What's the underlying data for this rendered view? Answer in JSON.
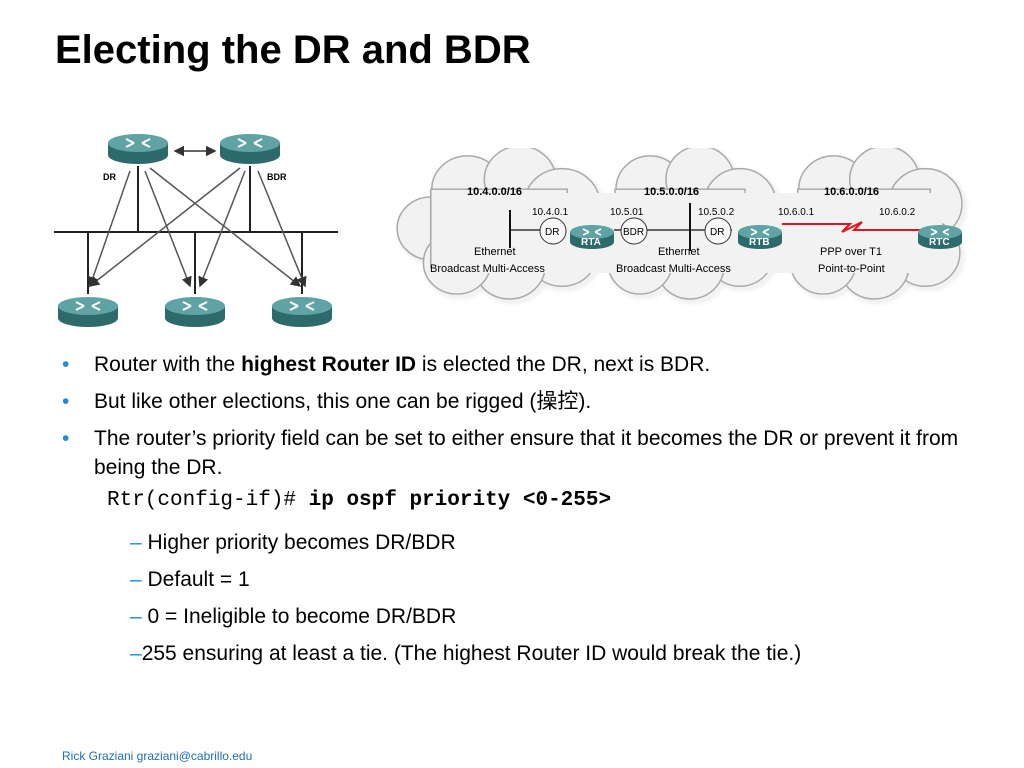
{
  "title": "Electing the DR and BDR",
  "figure1": {
    "label_dr": "DR",
    "label_bdr": "BDR"
  },
  "figure2": {
    "clouds": [
      {
        "network": "10.4.0.0/16",
        "type": "Ethernet",
        "desc": "Broadcast Multi-Access"
      },
      {
        "network": "10.5.0.0/16",
        "type": "Ethernet",
        "desc": "Broadcast Multi-Access"
      },
      {
        "network": "10.6.0.0/16",
        "type": "PPP over T1",
        "desc": "Point-to-Point"
      }
    ],
    "addresses": [
      "10.4.0.1",
      "10.5.01",
      "10.5.0.2",
      "10.6.0.1",
      "10.6.0.2"
    ],
    "roles": [
      "DR",
      "BDR",
      "DR"
    ],
    "routers": [
      "RTA",
      "RTB",
      "RTC"
    ]
  },
  "bullets": [
    {
      "pre": "Router with the ",
      "bold": "highest Router ID",
      "post": " is elected the DR, next is BDR."
    },
    {
      "pre": "But like other elections, this one can be rigged (操控).",
      "bold": "",
      "post": ""
    },
    {
      "pre": "The router’s priority field can be set to either ensure that it becomes the DR or prevent it from being the DR.",
      "bold": "",
      "post": ""
    }
  ],
  "command": {
    "prompt": "Rtr(config-if)# ",
    "text": "ip ospf priority <0-255>"
  },
  "subbullets": [
    {
      "dash": "– ",
      "text": "Higher priority becomes DR/BDR"
    },
    {
      "dash": "– ",
      "text": "Default = 1"
    },
    {
      "dash": "– ",
      "text": "0 = Ineligible to become DR/BDR"
    },
    {
      "dash": "–",
      "text": "255 ensuring at least a tie.  (The highest Router ID would break the tie.)"
    }
  ],
  "footer": "Rick Graziani  graziani@cabrillo.edu",
  "colors": {
    "bullet": "#1f8fd1",
    "router": "#3f8a8c",
    "link": "#e0141e",
    "footer": "#1f6fb2"
  }
}
